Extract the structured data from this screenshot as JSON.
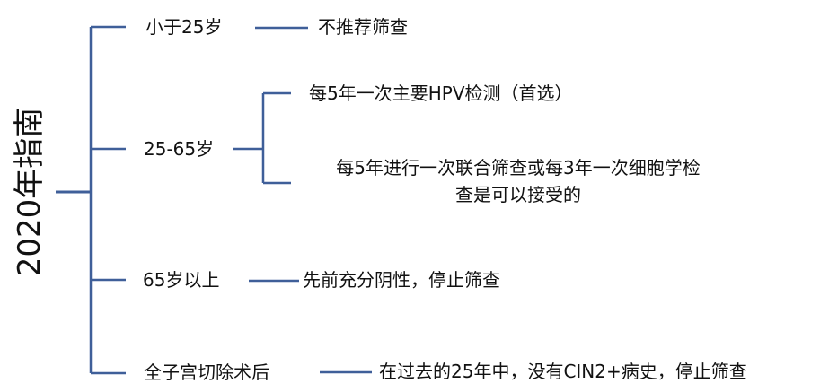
{
  "root": {
    "title": "2020年指南"
  },
  "branches": [
    {
      "label": "小于25岁",
      "recommendation": "不推荐筛查"
    },
    {
      "label": "25-65岁",
      "options": [
        "每5年一次主要HPV检测（首选）",
        "每5年进行一次联合筛查或每3年一次细胞学检",
        "查是可以接受的"
      ]
    },
    {
      "label": "65岁以上",
      "recommendation": "先前充分阴性，停止筛查"
    },
    {
      "label": "全子宫切除术后",
      "recommendation": "在过去的25年中，没有CIN2+病史，停止筛查"
    }
  ],
  "colors": {
    "connector": "#3f5f99",
    "text": "#111111",
    "background": "#ffffff"
  }
}
